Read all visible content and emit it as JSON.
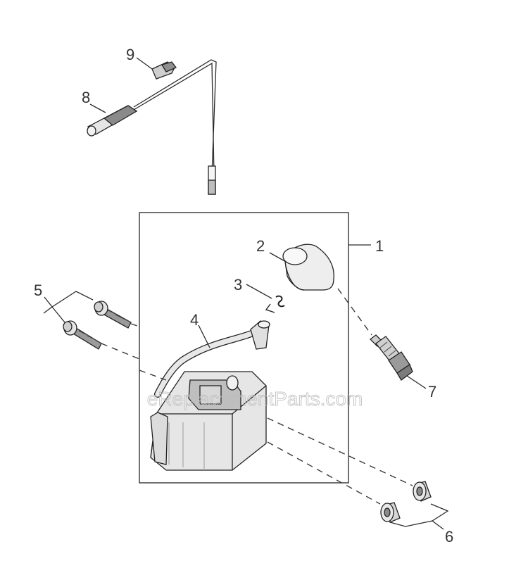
{
  "watermark": "eReplacementParts.com",
  "callouts": {
    "c1": "1",
    "c2": "2",
    "c3": "3",
    "c4": "4",
    "c5": "5",
    "c6": "6",
    "c7": "7",
    "c8": "8",
    "c9": "9"
  },
  "colors": {
    "line": "#2b2b2b",
    "part_light": "#e9e9e9",
    "part_mid": "#cfcfcf",
    "part_dark": "#8a8a8a",
    "watermark": "#bdbdbd"
  }
}
